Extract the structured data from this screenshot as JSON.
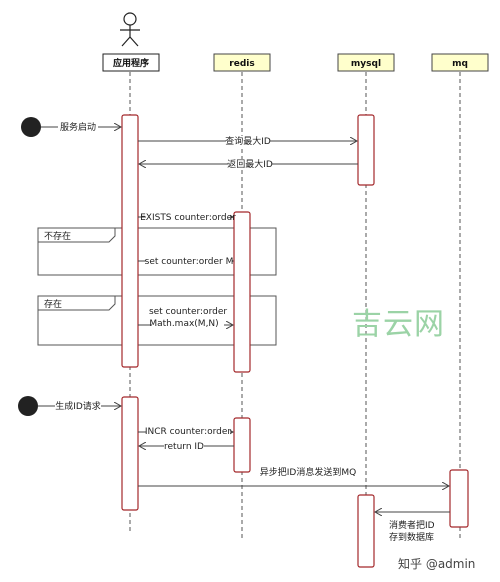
{
  "participants": {
    "app": "应用程序",
    "redis": "redis",
    "mysql": "mysql",
    "mq": "mq"
  },
  "triggers": {
    "start": "服务启动",
    "gen": "生成ID请求"
  },
  "messages": {
    "query_max": "查询最大ID",
    "return_max": "返回最大ID",
    "exists": "EXISTS counter:order",
    "set_m": "set counter:order M",
    "set_max_1": "set counter:order",
    "set_max_2": "Math.max(M,N)",
    "incr": "INCR counter:order",
    "return_id": "return ID",
    "async_send": "异步把ID消息发送到MQ",
    "consumer_1": "消费者把ID",
    "consumer_2": "存到数据库"
  },
  "fragments": {
    "not_exists": "不存在",
    "exists": "存在"
  },
  "watermark": "吉云网",
  "brand": "知乎 @admin",
  "colors": {
    "actor_header": "#ffffff",
    "participant_header": "#ffffcc",
    "activation_border": "#a3282b",
    "start_dot": "#222222"
  }
}
